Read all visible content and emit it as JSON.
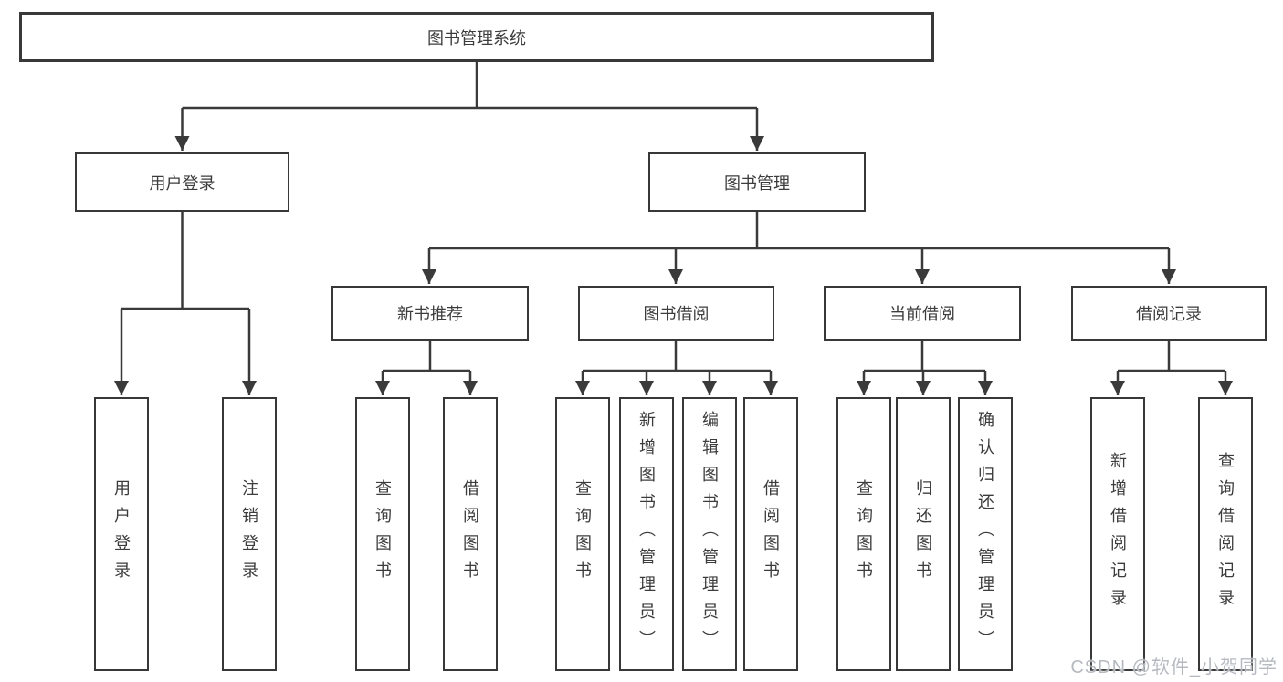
{
  "diagram": {
    "root": {
      "label": "图书管理系统"
    },
    "level2": [
      {
        "label": "用户登录"
      },
      {
        "label": "图书管理"
      }
    ],
    "level3": [
      {
        "label": "新书推荐"
      },
      {
        "label": "图书借阅"
      },
      {
        "label": "当前借阅"
      },
      {
        "label": "借阅记录"
      }
    ],
    "leaves": [
      {
        "label": "用户登录",
        "parent": "用户登录"
      },
      {
        "label": "注销登录",
        "parent": "用户登录"
      },
      {
        "label": "查询图书",
        "parent": "新书推荐"
      },
      {
        "label": "借阅图书",
        "parent": "新书推荐"
      },
      {
        "label": "查询图书",
        "parent": "图书借阅"
      },
      {
        "label": "新增图书（管理员）",
        "parent": "图书借阅"
      },
      {
        "label": "编辑图书（管理员）",
        "parent": "图书借阅"
      },
      {
        "label": "借阅图书",
        "parent": "图书借阅"
      },
      {
        "label": "查询图书",
        "parent": "当前借阅"
      },
      {
        "label": "归还图书",
        "parent": "当前借阅"
      },
      {
        "label": "确认归还（管理员）",
        "parent": "当前借阅"
      },
      {
        "label": "新增借阅记录",
        "parent": "借阅记录"
      },
      {
        "label": "查询借阅记录",
        "parent": "借阅记录"
      }
    ]
  },
  "watermark": {
    "text": "CSDN @软件_小贺同学"
  },
  "colors": {
    "line": "#3a3a3a",
    "border": "#383838",
    "text": "#3c3c3c",
    "background": "#ffffff",
    "watermark": "#b6bac0"
  }
}
